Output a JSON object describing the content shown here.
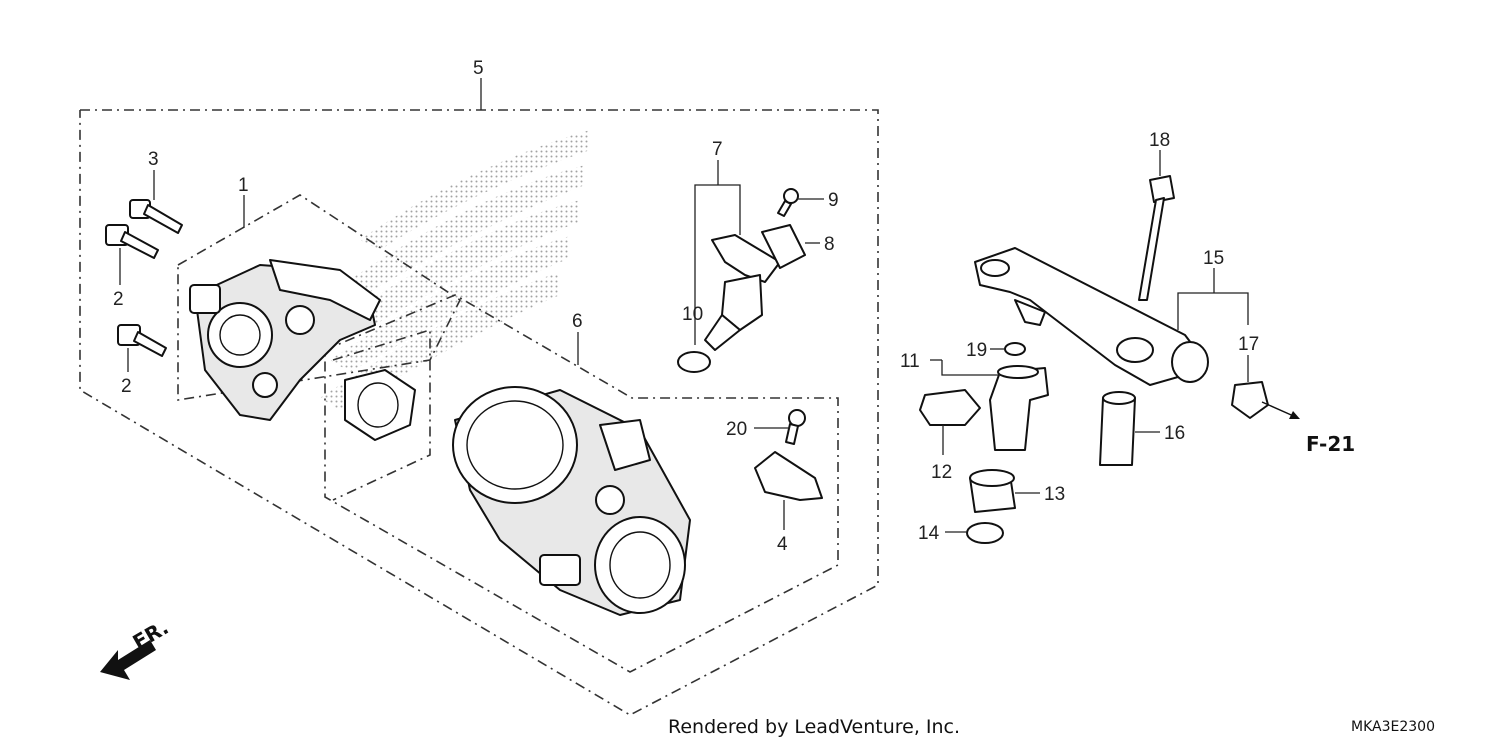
{
  "diagram": {
    "callouts": {
      "c1": "1",
      "c2a": "2",
      "c2b": "2",
      "c3": "3",
      "c4": "4",
      "c5": "5",
      "c6": "6",
      "c7": "7",
      "c8": "8",
      "c9": "9",
      "c10": "10",
      "c11": "11",
      "c12": "12",
      "c13": "13",
      "c14": "14",
      "c15": "15",
      "c16": "16",
      "c17": "17",
      "c18": "18",
      "c19": "19",
      "c20": "20"
    },
    "ref_label": "F-21",
    "direction_label": "FR.",
    "footer_credit": "Rendered by LeadVenture, Inc.",
    "diagram_code": "MKA3E2300"
  }
}
